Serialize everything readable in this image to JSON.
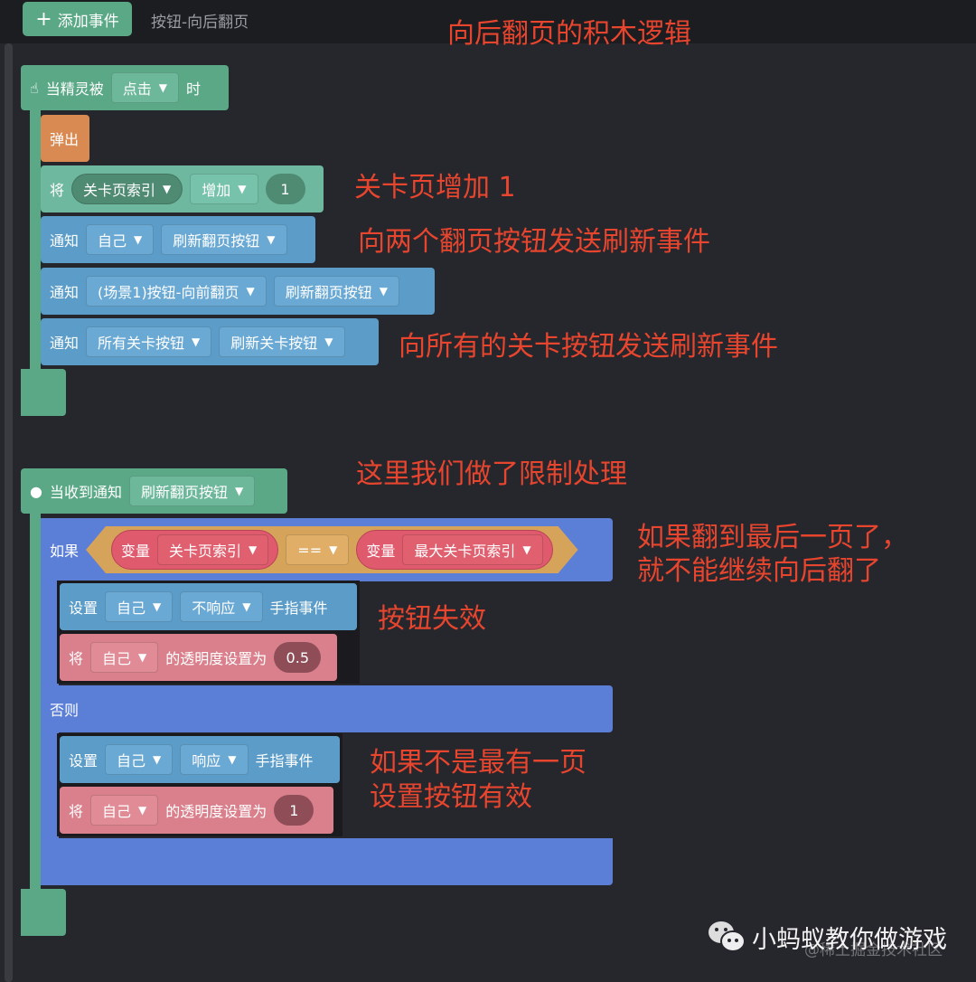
{
  "toolbar": {
    "add_event": "添加事件",
    "event_title": "按钮-向后翻页"
  },
  "annotations": {
    "title": "向后翻页的积木逻辑",
    "a1": "关卡页增加 1",
    "a2": "向两个翻页按钮发送刷新事件",
    "a3": "向所有的关卡按钮发送刷新事件",
    "a4": "这里我们做了限制处理",
    "a5": "如果翻到最后一页了，",
    "a5b": "就不能继续向后翻了",
    "a6": "按钮失效",
    "a7": "如果不是最有一页",
    "a7b": "设置按钮有效"
  },
  "block1": {
    "hat": {
      "prefix": "当精灵被",
      "option": "点击",
      "suffix": "时"
    },
    "popup": "弹出",
    "set_var": {
      "label": "将",
      "var": "关卡页索引",
      "op": "增加",
      "value": "1"
    },
    "notify": [
      {
        "label": "通知",
        "target": "自己",
        "event": "刷新翻页按钮"
      },
      {
        "label": "通知",
        "target": "(场景1)按钮-向前翻页",
        "event": "刷新翻页按钮"
      },
      {
        "label": "通知",
        "target": "所有关卡按钮",
        "event": "刷新关卡按钮"
      }
    ]
  },
  "block2": {
    "hat": {
      "prefix": "当收到通知",
      "option": "刷新翻页按钮"
    },
    "if": {
      "label": "如果",
      "left_label": "变量",
      "left_var": "关卡页索引",
      "op": "==",
      "right_label": "变量",
      "right_var": "最大关卡页索引"
    },
    "then": {
      "set": {
        "label": "设置",
        "target": "自己",
        "mode": "不响应",
        "suffix": "手指事件"
      },
      "opacity": {
        "label": "将",
        "target": "自己",
        "text": "的透明度设置为",
        "value": "0.5"
      }
    },
    "else_label": "否则",
    "else": {
      "set": {
        "label": "设置",
        "target": "自己",
        "mode": "响应",
        "suffix": "手指事件"
      },
      "opacity": {
        "label": "将",
        "target": "自己",
        "text": "的透明度设置为",
        "value": "1"
      }
    }
  },
  "watermark": {
    "brand": "小蚂蚁教你做游戏",
    "overlay": "@稀土掘金技术社区"
  }
}
